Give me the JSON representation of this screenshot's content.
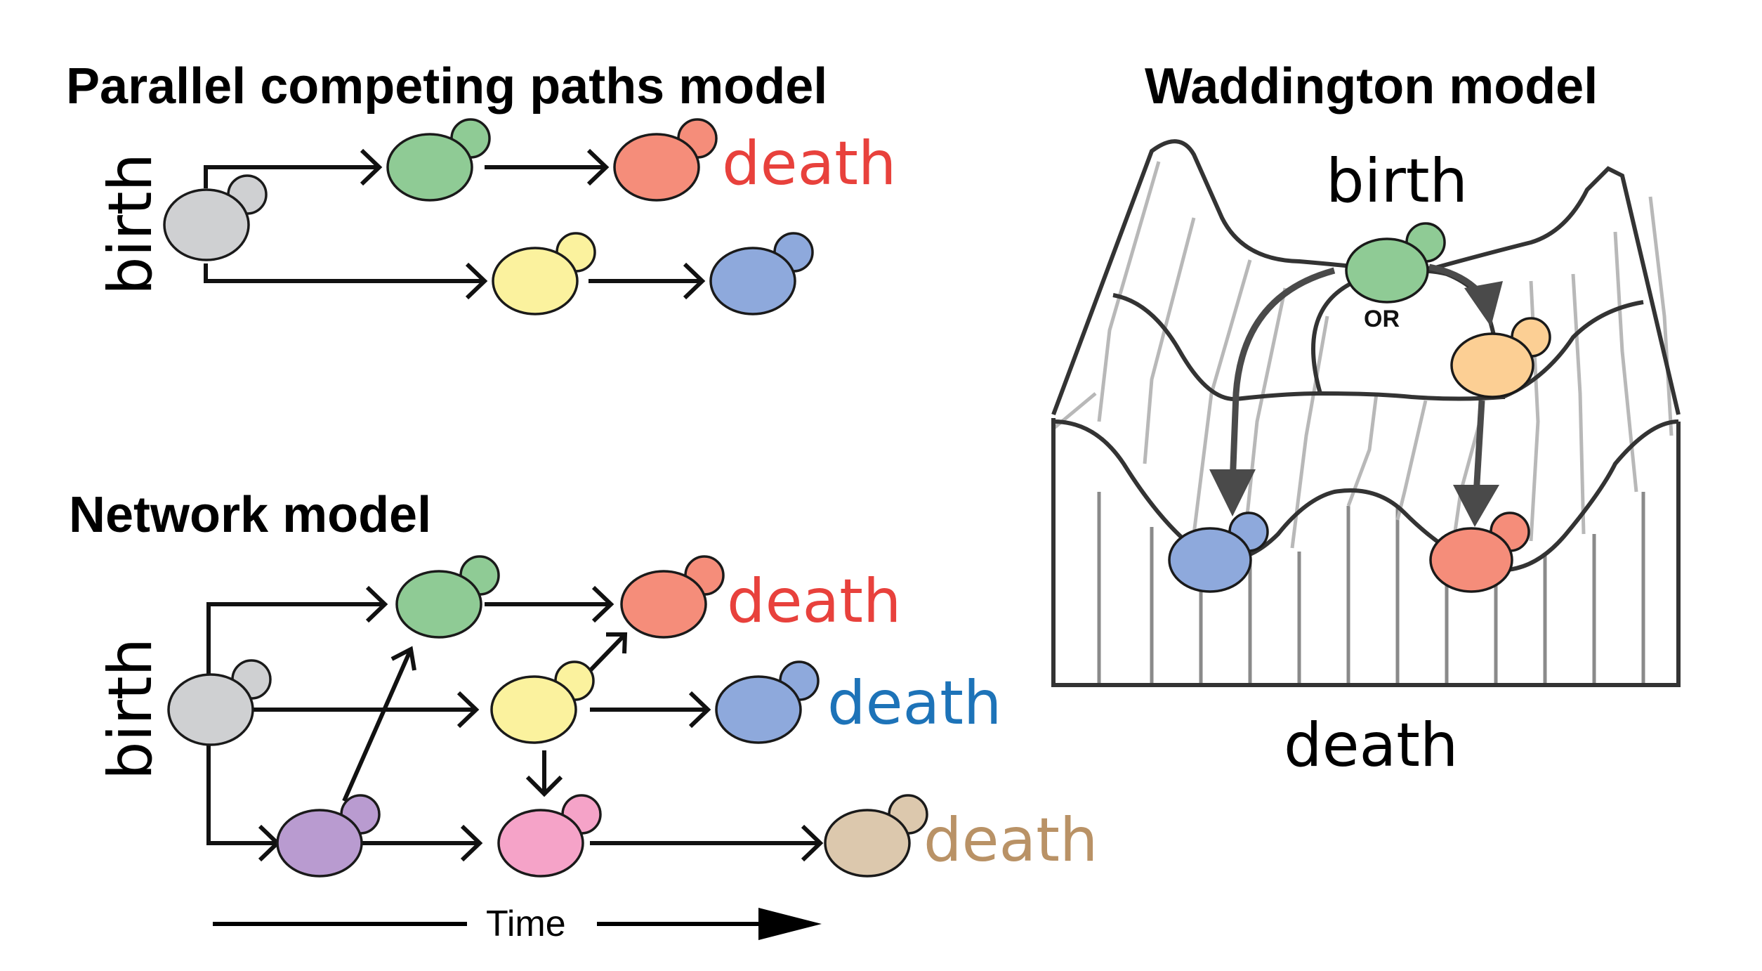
{
  "panels": {
    "parallel": {
      "title": "Parallel competing paths model",
      "birth": "birth",
      "death": "death"
    },
    "network": {
      "title": "Network model",
      "birth": "birth",
      "death_green": "death",
      "death_blue": "death",
      "death_tan": "death",
      "time": "Time"
    },
    "waddington": {
      "title": "Waddington model",
      "birth": "birth",
      "or": "OR",
      "death": "death"
    }
  },
  "colors": {
    "gray": "#cfd0d2",
    "green": "#8fcb95",
    "red": "#f58d7a",
    "yellow": "#fbf29e",
    "blue": "#8ea9dc",
    "purple": "#b99bd0",
    "pink": "#f5a3c8",
    "tan": "#dcc8ad",
    "orange": "#fccf94",
    "death_red": "#e8413c",
    "death_blue": "#1d73b8",
    "death_tan": "#b99266"
  }
}
